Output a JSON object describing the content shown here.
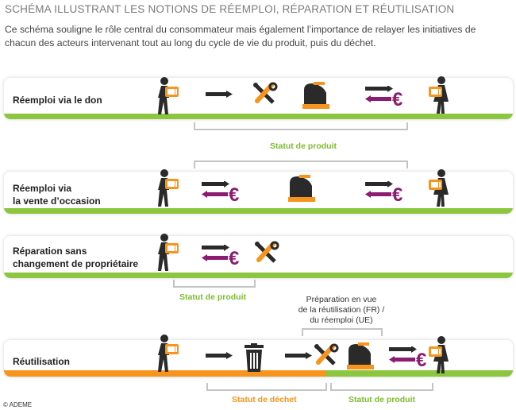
{
  "title": "SCHÉMA ILLUSTRANT LES NOTIONS DE RÉEMPLOI, RÉPARATION ET RÉUTILISATION",
  "intro": "Ce schéma souligne le rôle central du consommateur mais également l’importance de relayer les initiatives de chacun des acteurs intervenant tout au long du cycle de vie du produit, puis du déchet.",
  "rows": [
    {
      "label": "Réemploi via le don"
    },
    {
      "label_line1": "Réemploi via",
      "label_line2": "la vente d’occasion"
    },
    {
      "label_line1": "Réparation sans",
      "label_line2": "changement de propriétaire"
    },
    {
      "label": "Réutilisation"
    }
  ],
  "status_produit": "Statut de produit",
  "status_dechet": "Statut de déchet",
  "prep_line1": "Préparation en vue",
  "prep_line2": "de la réutilisation (FR) /",
  "prep_line3": "du réemploi (UE)",
  "copyright": "© ADEME",
  "colors": {
    "green": "#8cc63f",
    "orange": "#f7941d",
    "purple": "#8b1c6f",
    "dark": "#2a2a2a"
  },
  "icons": [
    "person-carrying-microwave-icon",
    "arrow-right-icon",
    "tools-icon",
    "shop-icon",
    "exchange-euro-icon",
    "person-woman-icon",
    "trash-bin-icon"
  ]
}
